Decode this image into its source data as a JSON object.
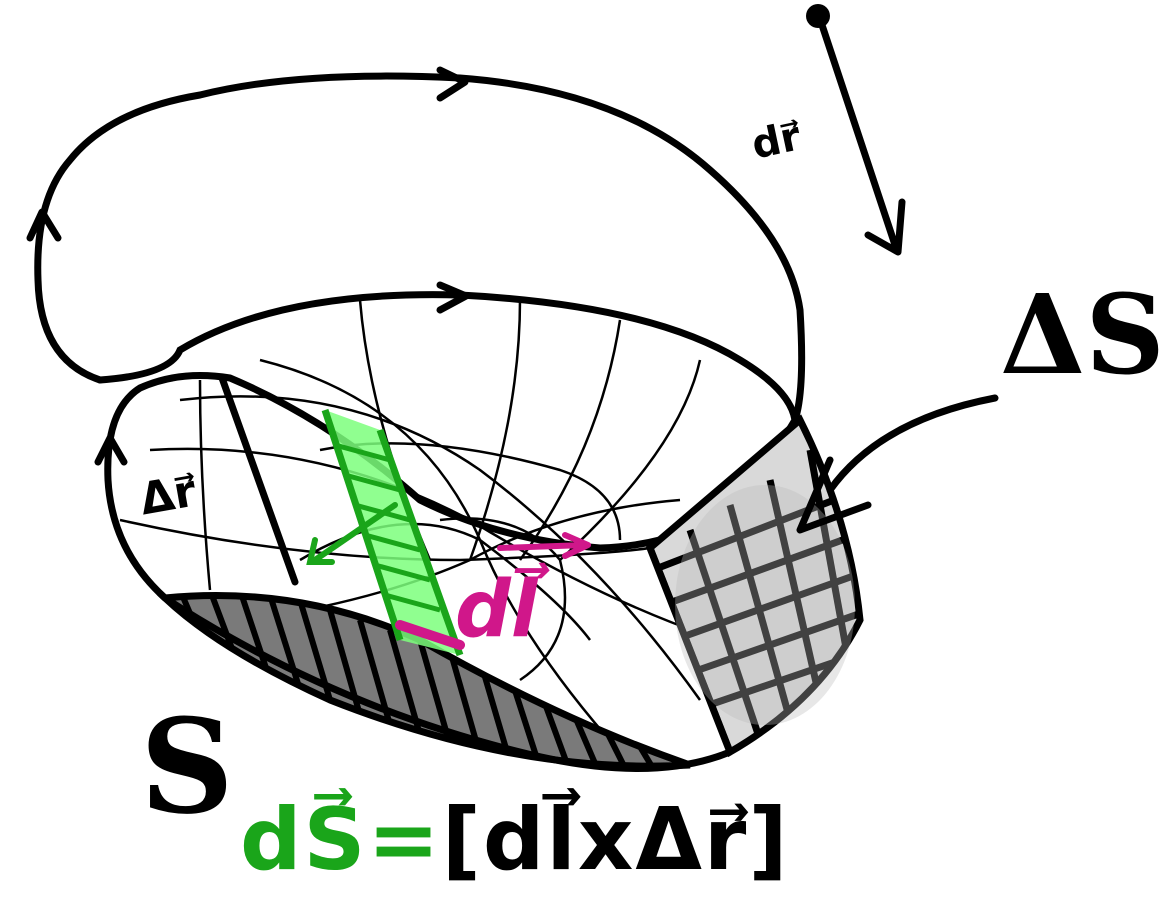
{
  "labels": {
    "d_r": "dr⃗",
    "delta_r": "Δr⃗",
    "delta_s": "ΔS",
    "s": "S",
    "d_l": "dl⃗"
  },
  "formula": {
    "lhs": "dS⃗=",
    "rhs": "[dl⃗xΔr⃗]"
  },
  "colors": {
    "ink": "#000000",
    "green": "#1aa51a",
    "green_fill": "#7dff7d",
    "magenta": "#d0178a",
    "dark_gray": "#7a7a7a",
    "light_gray": "#d9d9d9"
  }
}
